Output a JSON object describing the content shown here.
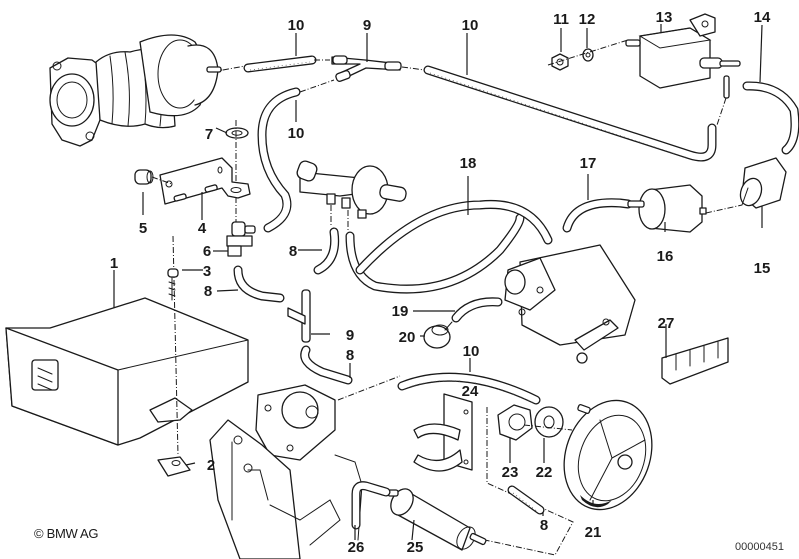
{
  "diagram": {
    "title": "Vacuum control / idle control parts diagram",
    "copyright": "© BMW AG",
    "document_id": "00000451",
    "colors": {
      "line": "#1a1a1a",
      "background": "#ffffff"
    },
    "callouts": [
      {
        "id": "c1",
        "label": "1"
      },
      {
        "id": "c2",
        "label": "2"
      },
      {
        "id": "c3",
        "label": "3"
      },
      {
        "id": "c4",
        "label": "4"
      },
      {
        "id": "c5",
        "label": "5"
      },
      {
        "id": "c6",
        "label": "6"
      },
      {
        "id": "c7",
        "label": "7"
      },
      {
        "id": "c8a",
        "label": "8"
      },
      {
        "id": "c8b",
        "label": "8"
      },
      {
        "id": "c8c",
        "label": "8"
      },
      {
        "id": "c8d",
        "label": "8"
      },
      {
        "id": "c9a",
        "label": "9"
      },
      {
        "id": "c9b",
        "label": "9"
      },
      {
        "id": "c10a",
        "label": "10"
      },
      {
        "id": "c10b",
        "label": "10"
      },
      {
        "id": "c10c",
        "label": "10"
      },
      {
        "id": "c10d",
        "label": "10"
      },
      {
        "id": "c11",
        "label": "11"
      },
      {
        "id": "c12",
        "label": "12"
      },
      {
        "id": "c13",
        "label": "13"
      },
      {
        "id": "c14",
        "label": "14"
      },
      {
        "id": "c15",
        "label": "15"
      },
      {
        "id": "c16",
        "label": "16"
      },
      {
        "id": "c17",
        "label": "17"
      },
      {
        "id": "c18",
        "label": "18"
      },
      {
        "id": "c19",
        "label": "19"
      },
      {
        "id": "c20",
        "label": "20"
      },
      {
        "id": "c21",
        "label": "21"
      },
      {
        "id": "c22",
        "label": "22"
      },
      {
        "id": "c23",
        "label": "23"
      },
      {
        "id": "c24",
        "label": "24"
      },
      {
        "id": "c25",
        "label": "25"
      },
      {
        "id": "c26",
        "label": "26"
      },
      {
        "id": "c27",
        "label": "27"
      }
    ],
    "parts": [
      {
        "label": "1",
        "name": "control-unit"
      },
      {
        "label": "2",
        "name": "clip-nut"
      },
      {
        "label": "3",
        "name": "screw"
      },
      {
        "label": "4",
        "name": "bracket"
      },
      {
        "label": "5",
        "name": "rubber-mount"
      },
      {
        "label": "6",
        "name": "check-valve"
      },
      {
        "label": "7",
        "name": "washer"
      },
      {
        "label": "8",
        "name": "hose-short"
      },
      {
        "label": "9",
        "name": "t-connector"
      },
      {
        "label": "10",
        "name": "hose"
      },
      {
        "label": "11",
        "name": "hex-nut"
      },
      {
        "label": "12",
        "name": "washer"
      },
      {
        "label": "13",
        "name": "solenoid-valve"
      },
      {
        "label": "14",
        "name": "hose"
      },
      {
        "label": "15",
        "name": "filter"
      },
      {
        "label": "16",
        "name": "damper"
      },
      {
        "label": "17",
        "name": "hose"
      },
      {
        "label": "18",
        "name": "hose"
      },
      {
        "label": "19",
        "name": "hose"
      },
      {
        "label": "20",
        "name": "cap"
      },
      {
        "label": "21",
        "name": "vacuum-reservoir"
      },
      {
        "label": "22",
        "name": "washer"
      },
      {
        "label": "23",
        "name": "hex-nut"
      },
      {
        "label": "24",
        "name": "holder"
      },
      {
        "label": "25",
        "name": "fuel-filter"
      },
      {
        "label": "26",
        "name": "hose-elbow"
      },
      {
        "label": "27",
        "name": "hose-clip"
      }
    ]
  }
}
